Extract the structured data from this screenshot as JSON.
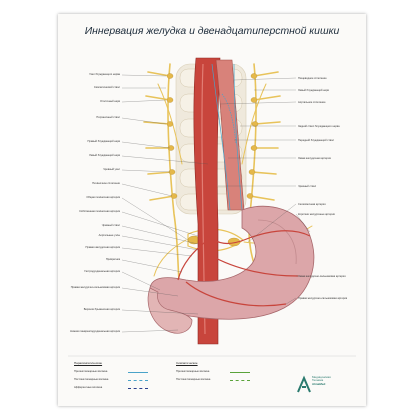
{
  "title": "Иннервация желудка и двенадцатиперстной кишки",
  "labels_left": [
    "Узел блуждающего нерва",
    "Симпатический ствол",
    "Отолочный нерв",
    "Пограничный ствол",
    "Правый блуждающий нерв",
    "Левый блуждающий нерв",
    "Чревный узел",
    "Печёночное сплетение",
    "Общая печёночная артерия",
    "Собственная печёночная артерия",
    "Чревный ствол",
    "Аортальные узлы",
    "Правая желудочная артерия",
    "Привратник",
    "Гастродуоденальная артерия",
    "Правая желудочно-сальниковая артерия",
    "Верхняя брыжеечная артерия",
    "Нижняя панкреатодуоденальная артерия"
  ],
  "labels_right": [
    "Пищеводное сплетение",
    "Левый блуждающий нерв",
    "Аортальное сплетение",
    "Задний ствол блуждающего нерва",
    "Передний блуждающий ствол",
    "Левая желудочная артерия",
    "Чревный ствол",
    "Селезёночная артерия",
    "Короткие желудочные артерии",
    "Левая желудочно-сальниковая артерия",
    "Правая желудочно-сальниковая артерия"
  ],
  "legend": {
    "heading_left": "Парасимпатические",
    "heading_right": "Симпатические",
    "rows_left": [
      {
        "label": "Преганглионарные волокна",
        "color": "#4aa3c9",
        "style": "solid"
      },
      {
        "label": "Постганглионарные волокна",
        "color": "#4aa3c9",
        "style": "dashed"
      },
      {
        "label": "Афферентные волокна",
        "color": "#2a3f8c",
        "style": "dashed"
      }
    ],
    "rows_right": [
      {
        "label": "Преганглионарные волокна",
        "color": "#5aa33a",
        "style": "solid"
      },
      {
        "label": "Постганглионарные волокна",
        "color": "#5aa33a",
        "style": "dashed"
      }
    ]
  },
  "logo": {
    "line1": "Медицинская",
    "line2": "Техника",
    "line3": "AlmaMed"
  },
  "colors": {
    "nerve": "#e8c35a",
    "artery": "#c8453c",
    "stomach": "#d9a5a8",
    "vertebra": "#eee9dd"
  }
}
